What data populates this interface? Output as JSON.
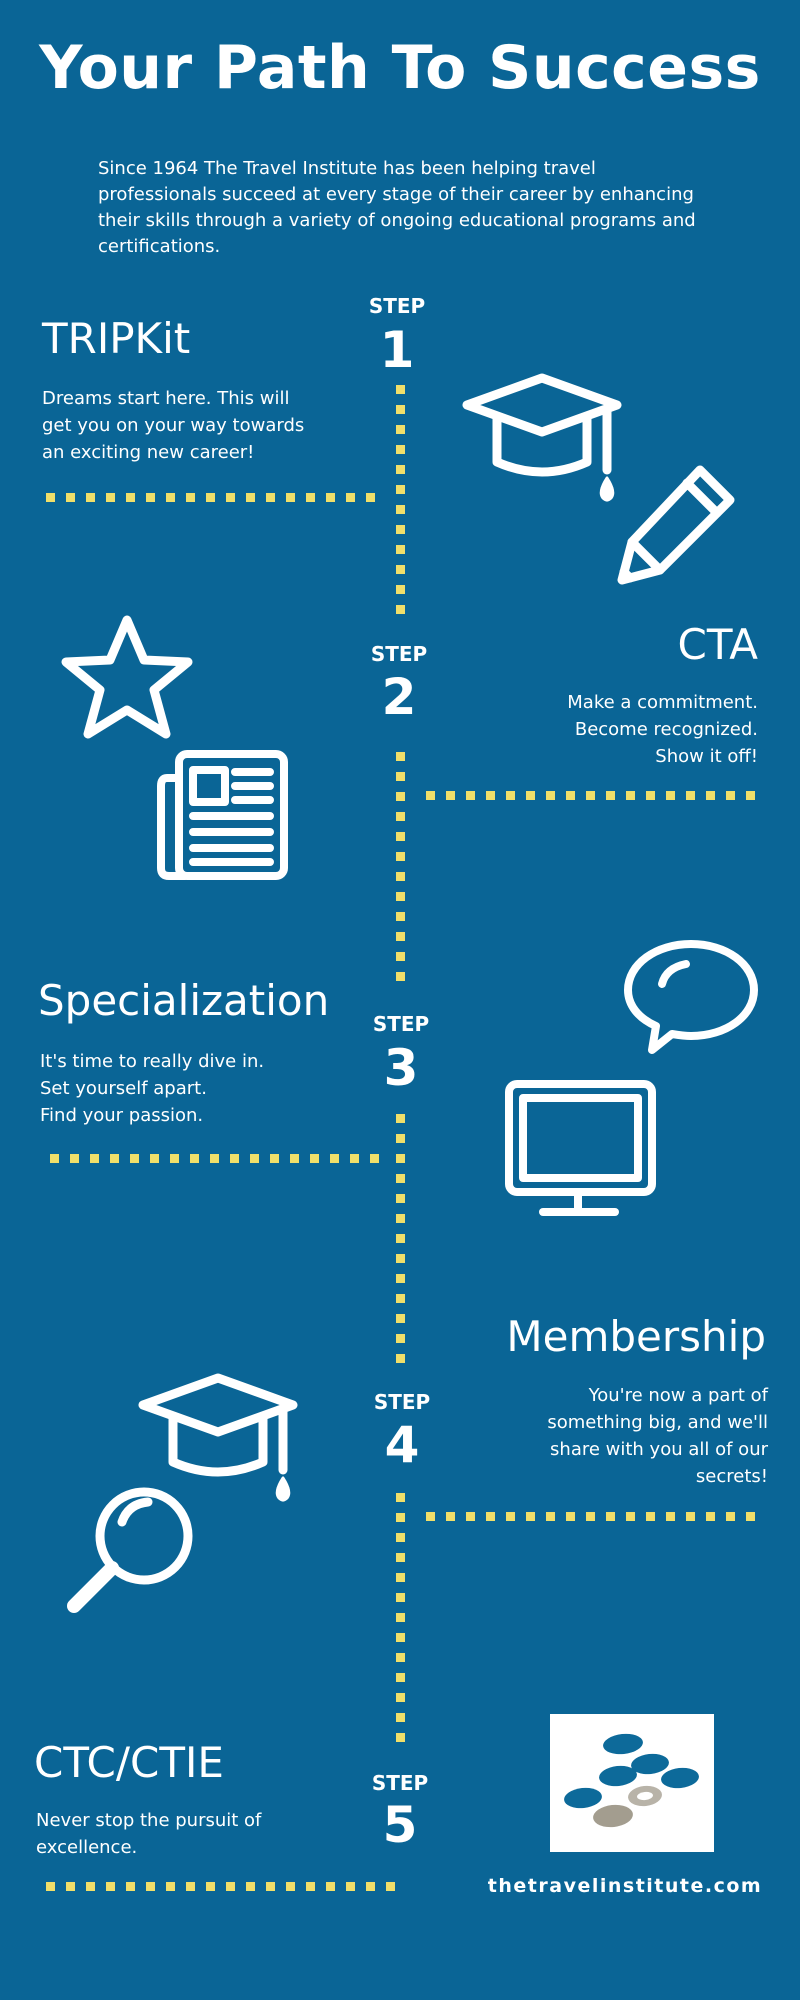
{
  "title": "Your Path To Success",
  "intro": "Since 1964 The Travel Institute has been helping travel professionals succeed at every stage of their career by enhancing their skills through a variety of ongoing educational programs and certifications.",
  "step_word": "STEP",
  "colors": {
    "background": "#0a6596",
    "dots": "#f0df6a",
    "text": "#ffffff"
  },
  "steps": [
    {
      "number": "1",
      "heading": "TRIPKit",
      "lines": [
        "Dreams start here.  This will",
        "get you on your way towards",
        "an exciting new career!"
      ],
      "icons": [
        "graduation-cap-icon",
        "pencil-icon"
      ]
    },
    {
      "number": "2",
      "heading": "CTA",
      "lines": [
        "Make a commitment.",
        "Become recognized.",
        "Show it off!"
      ],
      "icons": [
        "star-icon",
        "newspaper-icon"
      ]
    },
    {
      "number": "3",
      "heading": "Specialization",
      "lines": [
        "It's time to really dive in.",
        "Set yourself apart.",
        "Find your passion."
      ],
      "icons": [
        "speech-bubble-icon",
        "monitor-icon"
      ]
    },
    {
      "number": "4",
      "heading": "Membership",
      "lines": [
        "You're now a part of",
        "something big, and we'll",
        "share with you all of our",
        "secrets!"
      ],
      "icons": [
        "graduation-cap-icon",
        "magnifying-glass-icon"
      ]
    },
    {
      "number": "5",
      "heading": "CTC/CTIE",
      "lines": [
        "Never stop the pursuit of",
        "excellence."
      ],
      "icons": []
    }
  ],
  "website": "thetravelinstitute.com"
}
